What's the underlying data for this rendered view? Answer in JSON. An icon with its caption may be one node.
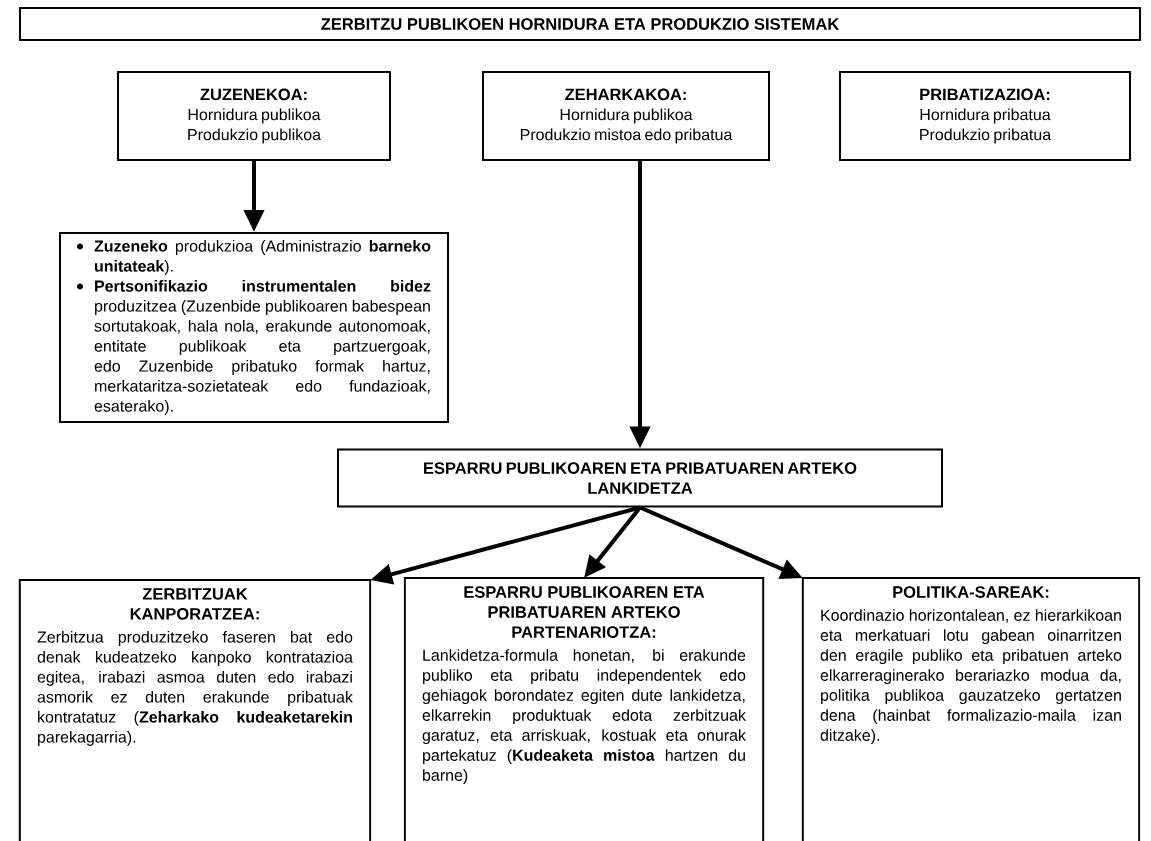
{
  "diagram": {
    "nodes": [
      {
        "text": [
          "ZERBITZU PUBLIKOEN HORNIDURA ETA PRODUKZIO SISTEMAK"
        ]
      },
      {
        "text": [
          "ZUZENEKOA:",
          "Hornidura publikoa",
          "Produkzio publikoa"
        ]
      },
      {
        "text": [
          "ZEHARKAKOA:",
          "Hornidura publikoa",
          "Produkzio mistoa edo pribatua"
        ]
      },
      {
        "text": [
          "PRIBATIZAZIOA:",
          "Hornidura pribatua",
          "Produkzio pribatua"
        ]
      },
      {
        "text": [
          "**Zuzeneko** produkzioa (Administrazio **barneko unitateak**).",
          "**Pertsonifikazio instrumentalen bidez** produzitzea (Zuzenbide publikoaren babespean sortutakoak, hala nola, erakunde autonomoak, entitate publikoak eta partzuergoak, edo Zuzenbide pribatuko formak hartuz, merkataritza-sozietateak edo fundazioak, esaterako)."
        ]
      },
      {
        "text": [
          "ESPARRU PUBLIKOAREN ETA PRIBATUAREN ARTEKO LANKIDETZA"
        ]
      },
      {
        "text": [
          "ZERBITZUAK KANPORATZEA:",
          "Zerbitzua produzitzeko faseren bat edo denak kudeatzeko kanpoko kontratazioa egitea, irabazi asmoa duten edo irabazi asmorik ez duten erakunde pribatuak kontratatuz (**Zeharkako kudeaketarekin** parekagarria)."
        ]
      },
      {
        "text": [
          "ESPARRU PUBLIKOAREN ETA PRIBATUAREN ARTEKO PARTENARIOTZA:",
          "Lankidetza-formula honetan, bi erakunde publiko eta pribatu independentek edo gehiagok borondatez egiten dute lankidetza, elkarrekin produktuak edota zerbitzuak garatuz, eta arriskuak, kostuak eta onurak partekatuz (**Kudeaketa mistoa** hartzen du barne)"
        ]
      },
      {
        "text": [
          "POLITIKA-SAREAK:",
          "Koordinazio horizontalean, ez hierarkikoan eta merkatuari lotu gabean oinarritzen den eragile publiko eta pribatuen arteko elkarreraginerako berariazko modua da, politika publikoa gauzatzeko gertatzen dena (hainbat formalizazio-maila izan ditzake)."
        ]
      }
    ],
    "edges": [
      {
        "from": 1,
        "to": 4,
        "arrow": "to"
      },
      {
        "from": 2,
        "to": 5,
        "arrow": "to"
      },
      {
        "from": 5,
        "to": 6,
        "arrow": "to"
      },
      {
        "from": 5,
        "to": 7,
        "arrow": "to"
      },
      {
        "from": 5,
        "to": 8,
        "arrow": "to"
      }
    ]
  }
}
